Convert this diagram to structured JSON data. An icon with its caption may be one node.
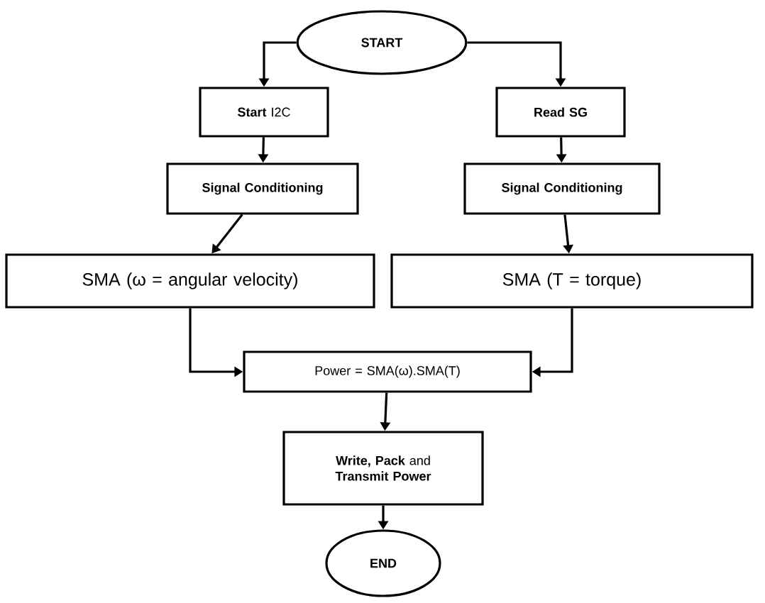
{
  "diagram": {
    "nodes": [
      {
        "text": [
          "START"
        ]
      },
      {
        "text": [
          "**Start** I2C"
        ]
      },
      {
        "text": [
          "Read SG"
        ]
      },
      {
        "text": [
          "Signal Conditioning"
        ]
      },
      {
        "text": [
          "Signal Conditioning"
        ]
      },
      {
        "text": [
          "SMA (ω = angular velocity)"
        ]
      },
      {
        "text": [
          "SMA (T = torque)"
        ]
      },
      {
        "text": [
          "Power = SMA(ω).SMA(T)"
        ]
      },
      {
        "text": [
          "**Write, Pack** and **Transmit Power**"
        ]
      },
      {
        "text": [
          "END"
        ]
      }
    ],
    "edges": [
      {
        "from": 0,
        "to": 1,
        "arrow": "to"
      },
      {
        "from": 0,
        "to": 2,
        "arrow": "to"
      },
      {
        "from": 1,
        "to": 3,
        "arrow": "to"
      },
      {
        "from": 2,
        "to": 4,
        "arrow": "to"
      },
      {
        "from": 3,
        "to": 5,
        "arrow": "to"
      },
      {
        "from": 4,
        "to": 6,
        "arrow": "to"
      },
      {
        "from": 5,
        "to": 7,
        "arrow": "to"
      },
      {
        "from": 6,
        "to": 7,
        "arrow": "to"
      },
      {
        "from": 7,
        "to": 8,
        "arrow": "to"
      },
      {
        "from": 8,
        "to": 9,
        "arrow": "to"
      }
    ]
  }
}
